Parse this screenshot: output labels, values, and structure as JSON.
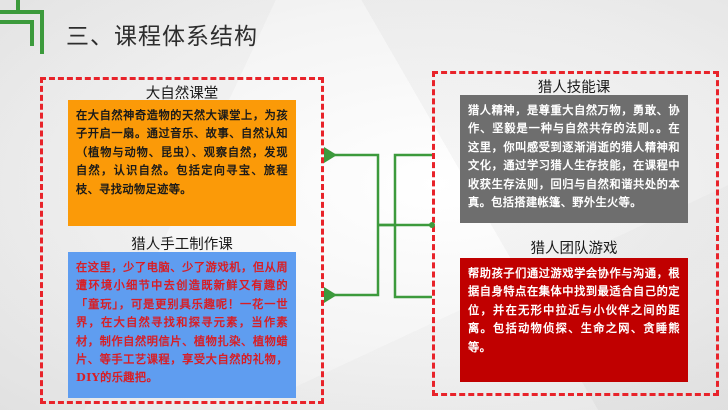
{
  "header": {
    "title": "三、课程体系结构"
  },
  "left_group": {
    "nature_class": {
      "heading": "大自然课堂",
      "body": "在大自然神奇造物的天然大课堂上，为孩子开启一扇。通过音乐、故事、自然认知（植物与动物、昆虫）、观察自然，发现自然，认识自然。包括定向寻宝、旅程枝、寻找动物足迹等。"
    },
    "handcraft": {
      "heading": "猎人手工制作课",
      "body": "在这里，少了电脑、少了游戏机，但从周遭环境小细节中去创造既新鲜又有趣的「童玩」，可是更别具乐趣呢！一花一世界，在大自然寻找和探寻元素，当作素材，制作自然明信片、植物扎染、植物蜡片、等手工艺课程，享受大自然的礼物，DIY的乐趣把。"
    }
  },
  "right_group": {
    "hunter_skills": {
      "heading": "猎人技能课",
      "body": "猎人精神，是尊重大自然万物，勇敢、协作、坚毅是一种与自然共存的法则。。在这里，你叫感受到逐渐消逝的猎人精神和文化，通过学习猎人生存技能，在课程中收获生存法则，回归与自然和谐共处的本真。包括搭建帐篷、野外生火等。"
    },
    "team_games": {
      "heading": "猎人团队游戏",
      "body": "帮助孩子们通过游戏学会协作与沟通，根据自身特点在集体中找到最适合自己的定位，并在无形中拉近与小伙伴之间的距离。包括动物侦探、生命之网、贪睡熊等。"
    }
  },
  "colors": {
    "accent_green": "#3c9a3c",
    "frame_red": "#e8232a",
    "orange": "#fb9a08",
    "blue": "#5f9df0",
    "gray": "#6e6e6e",
    "red": "#c00000"
  }
}
